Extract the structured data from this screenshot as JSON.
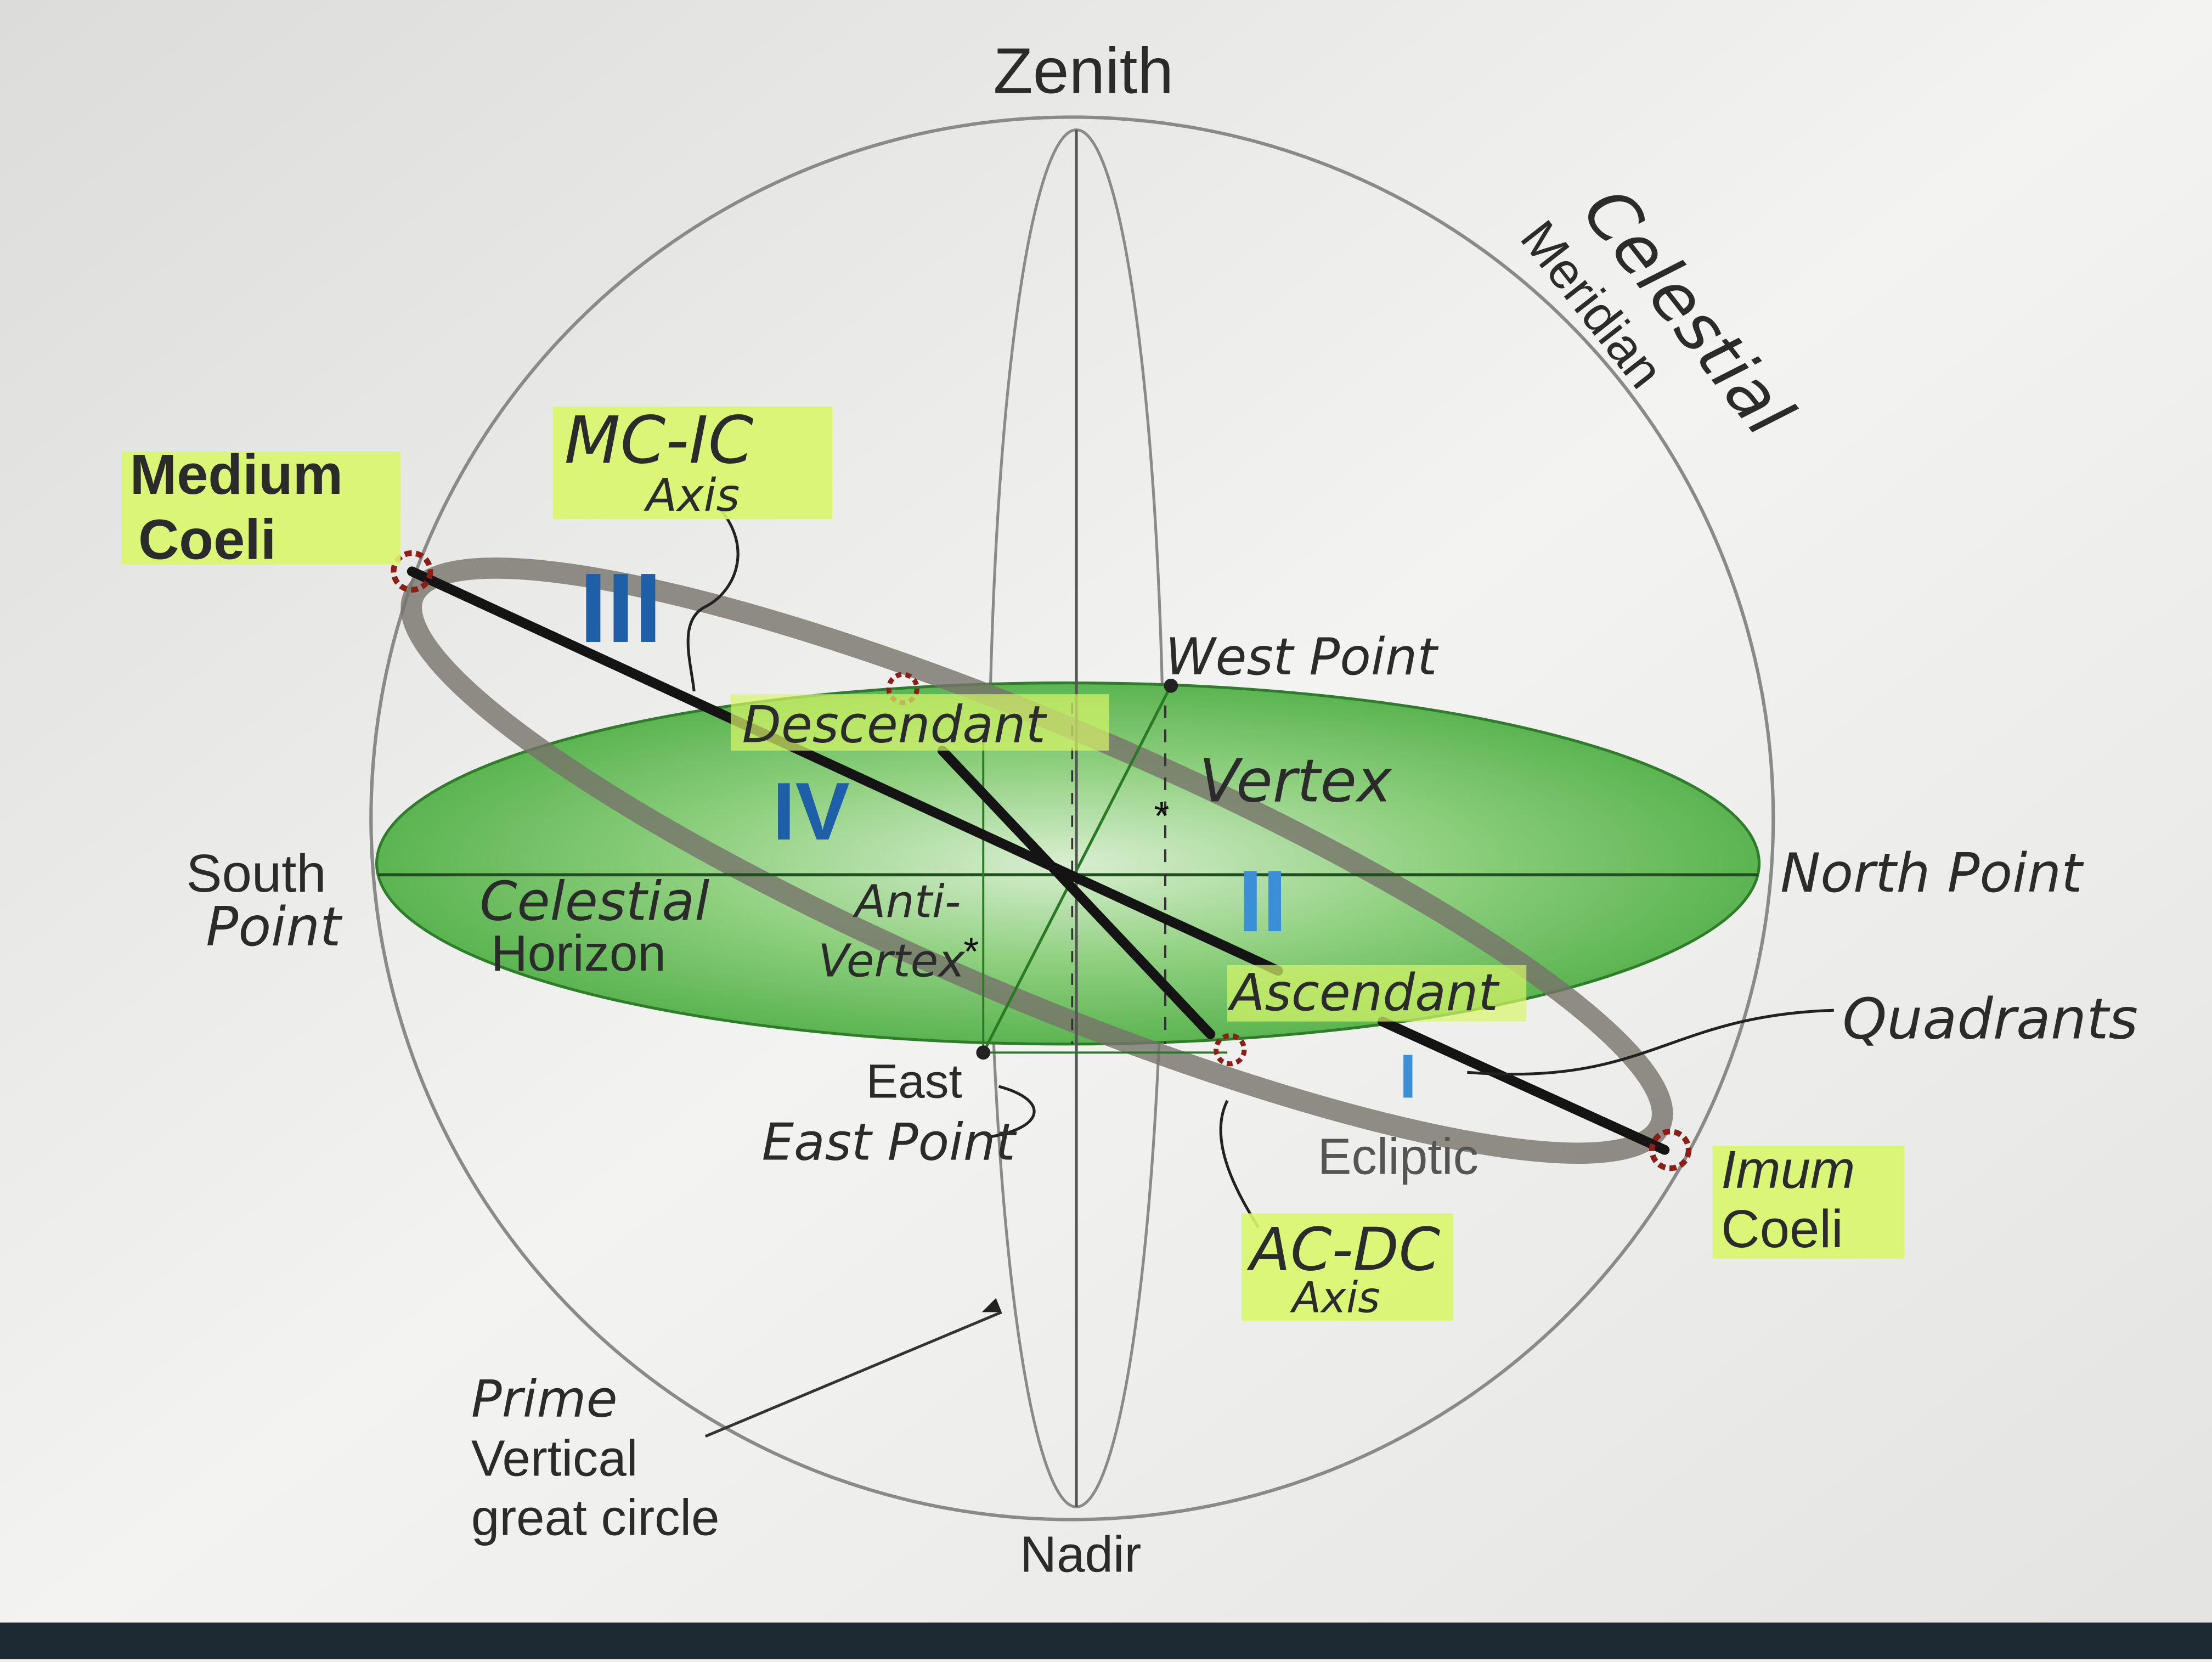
{
  "labels": {
    "zenith": "Zenith",
    "nadir": "Nadir",
    "celestial": "Celestial",
    "meridian": "Meridian",
    "mc_ic_line1": "MC-IC",
    "mc_ic_line2": "Axis",
    "medium_coeli_line1": "Medium",
    "medium_coeli_line2": "Coeli",
    "west_point": "West Point",
    "descendant": "Descendant",
    "vertex": "Vertex",
    "south_point_line1": "South",
    "south_point_line2": "Point",
    "north_point": "North Point",
    "celestial_horizon_line1": "Celestial",
    "celestial_horizon_line2": "Horizon",
    "anti_vertex_line1": "Anti-",
    "anti_vertex_line2": "Vertex",
    "ascendant": "Ascendant",
    "quadrants": "Quadrants",
    "east": "East",
    "east_point": "East Point",
    "ecliptic": "Ecliptic",
    "imum_coeli_line1": "Imum",
    "imum_coeli_line2": "Coeli",
    "ac_dc_line1": "AC-DC",
    "ac_dc_line2": "Axis",
    "prime_line1": "Prime",
    "prime_line2": "Vertical",
    "prime_line3": "great circle"
  },
  "quadrant_numerals": {
    "q1": "I",
    "q2": "II",
    "q3": "III",
    "q4": "IV"
  },
  "colors": {
    "horizon_fill": "#4fb84a",
    "highlight": "#d9f76a",
    "ecliptic_band": "#77736a",
    "quadrant_numeral": "#1f5fa8",
    "axis_line": "#141414",
    "marker": "#8b1e16"
  }
}
